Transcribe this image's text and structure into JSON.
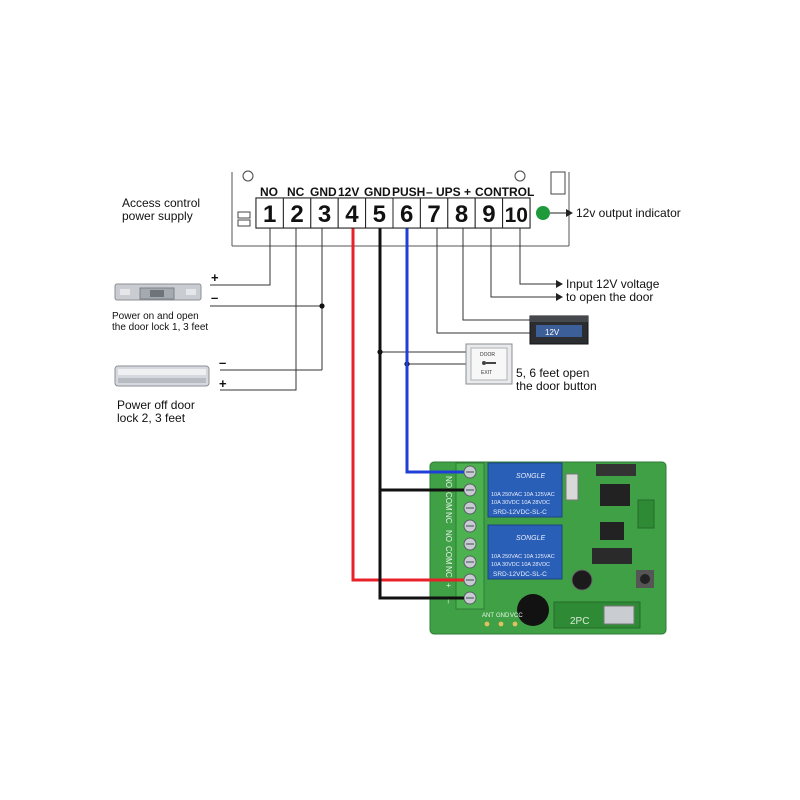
{
  "terminal_header": {
    "labels": [
      "NO",
      "NC",
      "GND",
      "12V",
      "GND",
      "PUSH",
      "– UPS +",
      "CONTROL"
    ],
    "numbers": [
      "1",
      "2",
      "3",
      "4",
      "5",
      "6",
      "7",
      "8",
      "9",
      "10"
    ]
  },
  "power_supply_label": [
    "Access control",
    "power supply"
  ],
  "indicator_label": "12v output indicator",
  "lock1": {
    "caption": [
      "Power on and open",
      "the door lock 1, 3 feet"
    ],
    "plus": "+",
    "minus": "–"
  },
  "lock2": {
    "caption": [
      "Power off door",
      "lock 2, 3 feet"
    ],
    "minus": "–",
    "plus": "+"
  },
  "control_note": [
    "Input 12V voltage",
    "to open the door"
  ],
  "exit_button": {
    "caption": [
      "5, 6 feet open",
      "the door button"
    ],
    "face_top": "DOOR",
    "face_bottom": "EXIT"
  },
  "battery_text": "12V",
  "relay_module": {
    "relay_brand": "SONGLE",
    "relay_model": "SRD-12VDC-SL-C",
    "relay_rating_1": "10A 250VAC  10A 125VAC",
    "relay_rating_2": "10A 30VDC  10A 28VDC",
    "terminal_labels": [
      "NO",
      "COM",
      "NC",
      "NO",
      "COM",
      "NC",
      "+",
      "–"
    ],
    "pin_labels": [
      "ANT",
      "GND",
      "VCC"
    ],
    "crystal_label": "2PC"
  },
  "colors": {
    "red_wire": "#e8202a",
    "blue_wire": "#1f3fd6",
    "black_wire": "#111111",
    "pcb": "#3fa046",
    "relay": "#2a5fb8",
    "indicator": "#1e9a3a"
  }
}
